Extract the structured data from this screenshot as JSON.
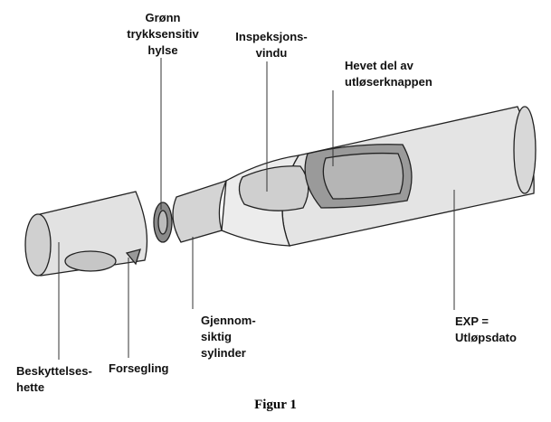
{
  "labels": {
    "sleeve": [
      "Grønn",
      "trykksensitiv",
      "hylse"
    ],
    "window": [
      "Inspeksjons-",
      "vindu"
    ],
    "button": [
      "Hevet del av",
      "utløserknappen"
    ],
    "cap": [
      "Beskyttelses-",
      "hette"
    ],
    "seal": [
      "Forsegling"
    ],
    "cylinder": [
      "Gjennom-",
      "siktig",
      "sylinder"
    ],
    "exp": [
      "EXP =",
      "Utløpsdato"
    ]
  },
  "caption": "Figur 1"
}
